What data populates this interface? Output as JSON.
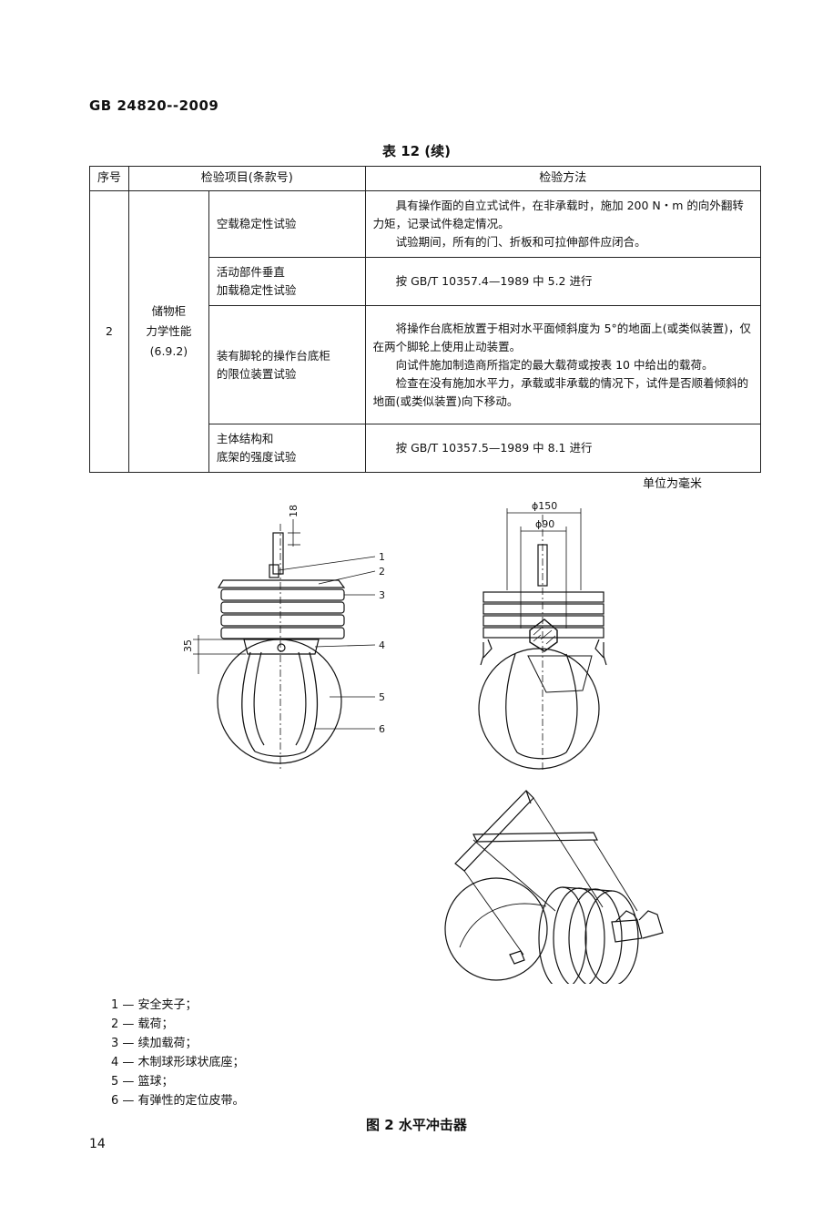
{
  "header": {
    "standard_no": "GB 24820--2009"
  },
  "table": {
    "caption": "表 12 (续)",
    "columns": [
      "序号",
      "检验项目(条款号)",
      "检验方法"
    ],
    "row": {
      "seq": "2",
      "category": [
        "储物柜",
        "力学性能",
        "(6.9.2)"
      ],
      "items": [
        {
          "name": [
            "空载稳定性试验"
          ],
          "method": [
            "具有操作面的自立式试件，在非承载时，施加 200 N・m 的向外翻转力矩，记录试件稳定情况。",
            "试验期间，所有的门、折板和可拉伸部件应闭合。"
          ]
        },
        {
          "name": [
            "活动部件垂直",
            "加载稳定性试验"
          ],
          "method": [
            "按 GB/T 10357.4—1989 中 5.2 进行"
          ]
        },
        {
          "name": [
            "装有脚轮的操作台底柜",
            "的限位装置试验"
          ],
          "method": [
            "将操作台底柜放置于相对水平面倾斜度为 5°的地面上(或类似装置)，仅在两个脚轮上使用止动装置。",
            "向试件施加制造商所指定的最大载荷或按表 10 中给出的载荷。",
            "检查在没有施加水平力，承载或非承载的情况下，试件是否顺着倾斜的地面(或类似装置)向下移动。"
          ]
        },
        {
          "name": [
            "主体结构和",
            "底架的强度试验"
          ],
          "method": [
            "按 GB/T 10357.5—1989 中 8.1 进行"
          ]
        }
      ]
    }
  },
  "figure": {
    "unit_note": "单位为毫米",
    "dims": {
      "d18": "18",
      "d35": "35",
      "d150": "ϕ150",
      "d90": "ϕ90"
    },
    "callouts": [
      "1",
      "2",
      "3",
      "4",
      "5",
      "6"
    ],
    "legend": [
      "1 — 安全夹子；",
      "2 — 载荷；",
      "3 — 续加载荷；",
      "4 — 木制球形球状底座；",
      "5 — 篮球；",
      "6 — 有弹性的定位皮带。"
    ],
    "caption": "图 2 水平冲击器"
  },
  "page_number": "14"
}
